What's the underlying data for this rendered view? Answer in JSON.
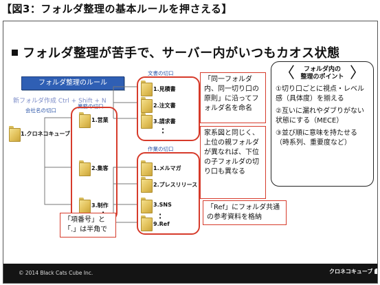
{
  "figure_caption": "【図3：フォルダ整理の基本ルールを押さえる】",
  "slide": {
    "title": "フォルダ整理が苦手で、サーバー内がいつもカオス状態",
    "rule_button": "フォルダ整理のルール",
    "shortcut": "新フォルダ作成 Ctrl + Shift + N",
    "labels": {
      "company": "会社名の切口",
      "business": "業務の切口",
      "document": "文書の切口",
      "work": "作業の切口"
    },
    "root_folder": "1.クロネコキューブ",
    "business_folders": [
      "1.営業",
      "2.集客",
      "3.制作"
    ],
    "document_folders": [
      "1.見積書",
      "2.注文書",
      "3.請求書"
    ],
    "work_folders": [
      "1.メルマガ",
      "2.プレスリリース",
      "3.SNS",
      "9.Ref"
    ],
    "callouts": {
      "same_level": "「同一フォルダ内、同一切り口の原則」に沿ってフォルダ名を命名",
      "lineage": "家系図と同じく、上位の親フォルダが異なれば、下位の子フォルダの切り口も異なる",
      "ref": "「Ref」にフォルダ共通の参考資料を格納",
      "number": "「項番号」と「.」は半角で"
    },
    "points": {
      "heading_line1": "フォルダ内の",
      "heading_line2": "整理のポイント",
      "items": [
        "①切り口ごとに視点・レベル感（具体度）を揃える",
        "②互いに漏れやダブりがない状態にする（MECE）",
        "③並び順に意味を持たせる（時系列、重要度など）"
      ]
    },
    "footer": {
      "copyright": "© 2014 Black Cats Cube Inc.",
      "logo": "クロネコキューブ"
    }
  },
  "colors": {
    "accent_red": "#d63a2a",
    "button_blue": "#2f5fb4",
    "label_blue": "#2b55a8",
    "folder_yellow": "#e2c15a",
    "footer": "#141414"
  }
}
